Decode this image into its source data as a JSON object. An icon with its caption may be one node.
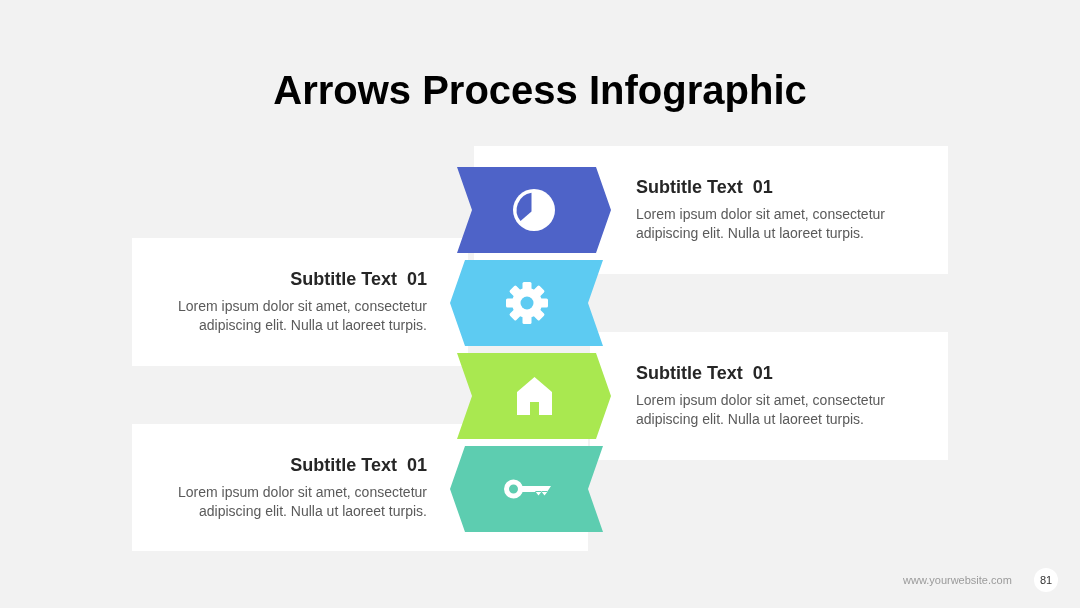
{
  "diagram": {
    "title": "Arrows Process Infographic",
    "nodes": [
      {
        "text": [
          "Subtitle Text  01",
          "Lorem ipsum dolor sit amet, consectetur adipiscing elit. Nulla ut laoreet turpis."
        ]
      },
      {
        "text": [],
        "shape": "chevron"
      },
      {
        "text": [
          "Subtitle Text  01",
          "Lorem ipsum dolor sit amet, consectetur adipiscing elit. Nulla ut laoreet turpis."
        ]
      },
      {
        "text": [],
        "shape": "chevron"
      },
      {
        "text": [
          "Subtitle Text  01",
          "Lorem ipsum dolor sit amet, consectetur adipiscing elit. Nulla ut laoreet turpis."
        ]
      },
      {
        "text": [],
        "shape": "chevron"
      },
      {
        "text": [
          "Subtitle Text  01",
          "Lorem ipsum dolor sit amet, consectetur adipiscing elit. Nulla ut laoreet turpis."
        ]
      },
      {
        "text": [],
        "shape": "chevron"
      }
    ],
    "labels": [
      "www.yourwebsite.com",
      "81"
    ]
  }
}
